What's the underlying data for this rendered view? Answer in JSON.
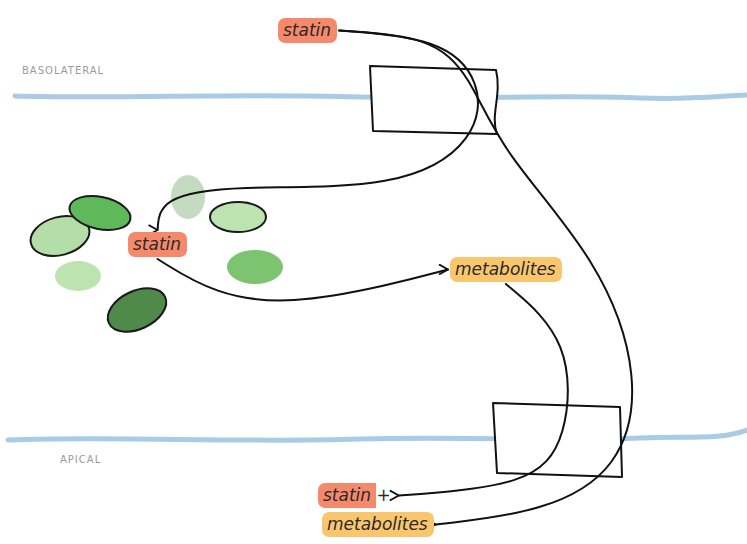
{
  "diagram": {
    "nodes": [
      {
        "text": [
          "statin"
        ]
      },
      {
        "text": [
          "statin"
        ]
      },
      {
        "text": [
          "metabolites"
        ]
      },
      {
        "text": [
          "statin +"
        ]
      },
      {
        "text": [
          "metabolites"
        ]
      }
    ],
    "edges": [
      {
        "from": 0,
        "to": 1,
        "arrow": "to"
      },
      {
        "from": 0,
        "to": 4,
        "arrow": "to"
      },
      {
        "from": 1,
        "to": 2,
        "arrow": "to"
      },
      {
        "from": 2,
        "to": 3,
        "arrow": "to"
      }
    ],
    "labels": [
      "BASOLATERAL",
      "APICAL"
    ]
  }
}
